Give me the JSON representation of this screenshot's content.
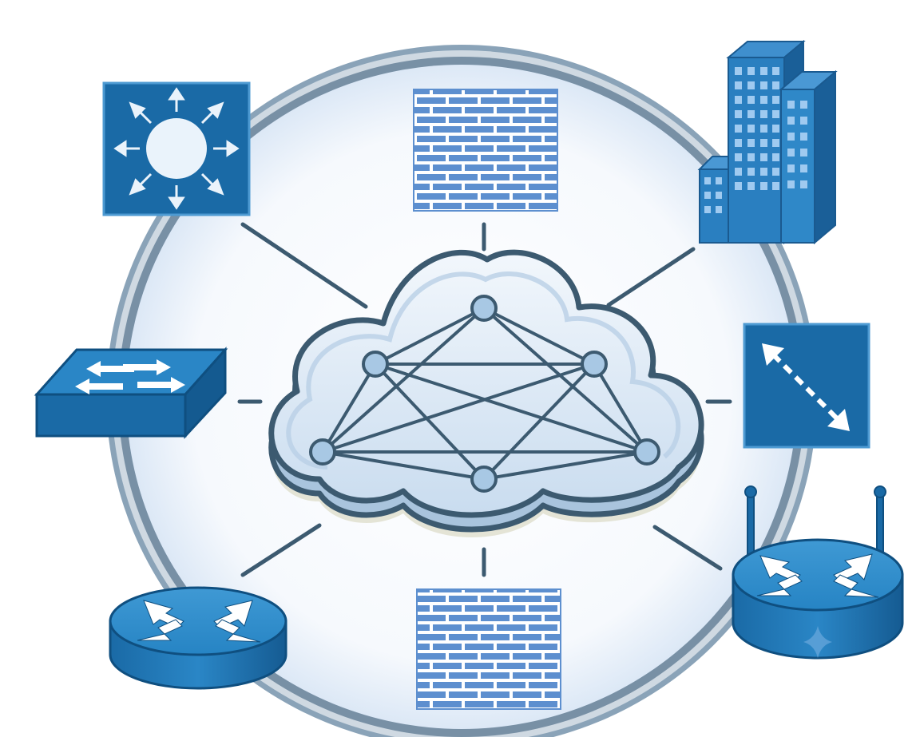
{
  "diagram": {
    "central": {
      "icon": "cloud-network-icon",
      "nodes": 6
    },
    "devices": [
      {
        "id": "layer3-switch",
        "icon": "layer3-switch-icon"
      },
      {
        "id": "firewall-top",
        "icon": "firewall-icon"
      },
      {
        "id": "buildings",
        "icon": "office-building-icon"
      },
      {
        "id": "workgroup-switch",
        "icon": "workgroup-switch-icon"
      },
      {
        "id": "load-balancer",
        "icon": "diagonal-arrow-icon"
      },
      {
        "id": "router-left",
        "icon": "router-icon"
      },
      {
        "id": "firewall-bottom",
        "icon": "firewall-icon"
      },
      {
        "id": "wireless-router",
        "icon": "wireless-router-icon"
      }
    ],
    "colors": {
      "device_blue": "#1a6fa8",
      "device_dark": "#0f4f80",
      "brick_blue": "#5b8fcf",
      "ring": "#5f7a90",
      "link": "#3c5a70",
      "cloud_fill": "#e3eef9"
    }
  }
}
